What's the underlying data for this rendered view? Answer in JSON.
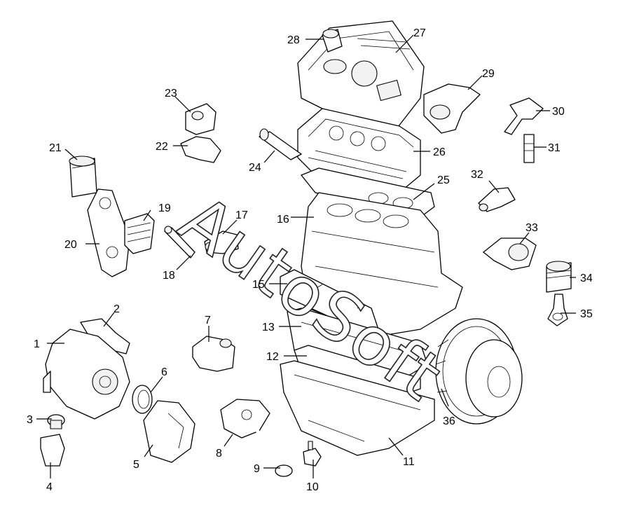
{
  "watermark": "AutoSoft",
  "callouts": [
    {
      "id": "c1",
      "text": "1"
    },
    {
      "id": "c2",
      "text": "2"
    },
    {
      "id": "c3",
      "text": "3"
    },
    {
      "id": "c4",
      "text": "4"
    },
    {
      "id": "c5",
      "text": "5"
    },
    {
      "id": "c6",
      "text": "6"
    },
    {
      "id": "c7",
      "text": "7"
    },
    {
      "id": "c8",
      "text": "8"
    },
    {
      "id": "c9",
      "text": "9"
    },
    {
      "id": "c10",
      "text": "10"
    },
    {
      "id": "c11",
      "text": "11"
    },
    {
      "id": "c12",
      "text": "12"
    },
    {
      "id": "c13",
      "text": "13"
    },
    {
      "id": "c15",
      "text": "15"
    },
    {
      "id": "c16",
      "text": "16"
    },
    {
      "id": "c17",
      "text": "17"
    },
    {
      "id": "c18",
      "text": "18"
    },
    {
      "id": "c19",
      "text": "19"
    },
    {
      "id": "c20",
      "text": "20"
    },
    {
      "id": "c21",
      "text": "21"
    },
    {
      "id": "c22",
      "text": "22"
    },
    {
      "id": "c23",
      "text": "23"
    },
    {
      "id": "c24",
      "text": "24"
    },
    {
      "id": "c25",
      "text": "25"
    },
    {
      "id": "c26",
      "text": "26"
    },
    {
      "id": "c27",
      "text": "27"
    },
    {
      "id": "c28",
      "text": "28"
    },
    {
      "id": "c29",
      "text": "29"
    },
    {
      "id": "c30",
      "text": "30"
    },
    {
      "id": "c31",
      "text": "31"
    },
    {
      "id": "c32",
      "text": "32"
    },
    {
      "id": "c33",
      "text": "33"
    },
    {
      "id": "c34",
      "text": "34"
    },
    {
      "id": "c35",
      "text": "35"
    },
    {
      "id": "c36",
      "text": "36"
    }
  ]
}
